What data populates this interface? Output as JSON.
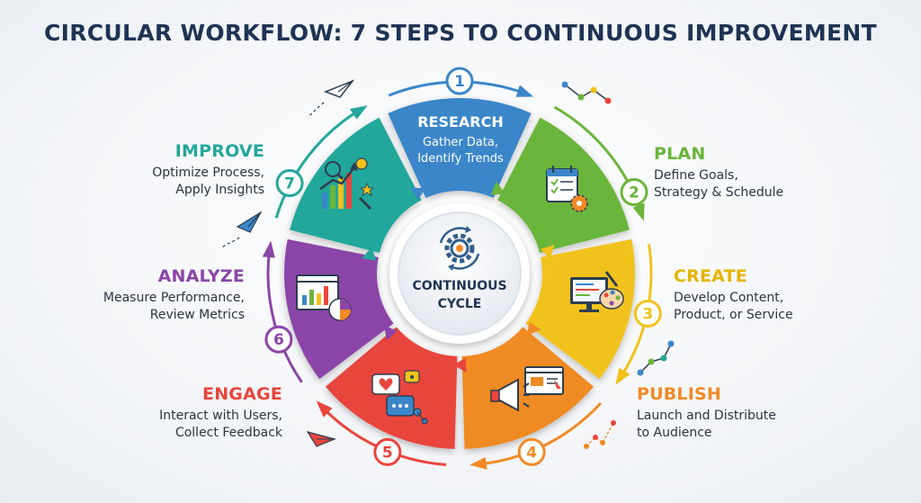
{
  "title": "CIRCULAR WORKFLOW: 7 STEPS TO CONTINUOUS IMPROVEMENT",
  "center": {
    "line1": "CONTINUOUS",
    "line2": "CYCLE",
    "icon": "gear-cycle-icon"
  },
  "colors": {
    "research": "#3b86c9",
    "plan": "#6ab53a",
    "create": "#f2c21c",
    "publish": "#f08a24",
    "engage": "#e8453c",
    "analyze": "#8b45a8",
    "improve": "#23a79b"
  },
  "steps": [
    {
      "number": "1",
      "title": "RESEARCH",
      "desc_line1": "Gather Data,",
      "desc_line2": "Identify Trends",
      "color": "#3b86c9",
      "icon": "research-icon"
    },
    {
      "number": "2",
      "title": "PLAN",
      "desc_line1": "Define Goals,",
      "desc_line2": "Strategy & Schedule",
      "color": "#6ab53a",
      "icon": "calendar-checklist-icon"
    },
    {
      "number": "3",
      "title": "CREATE",
      "desc_line1": "Develop Content,",
      "desc_line2": "Product, or Service",
      "color": "#e6b400",
      "icon": "monitor-palette-icon"
    },
    {
      "number": "4",
      "title": "PUBLISH",
      "desc_line1": "Launch and Distribute",
      "desc_line2": "to Audience",
      "color": "#f08a24",
      "icon": "megaphone-icon"
    },
    {
      "number": "5",
      "title": "ENGAGE",
      "desc_line1": "Interact with Users,",
      "desc_line2": "Collect Feedback",
      "color": "#e8453c",
      "icon": "chat-bubbles-icon"
    },
    {
      "number": "6",
      "title": "ANALYZE",
      "desc_line1": "Measure Performance,",
      "desc_line2": "Review Metrics",
      "color": "#8b45a8",
      "icon": "analytics-dashboard-icon"
    },
    {
      "number": "7",
      "title": "IMPROVE",
      "desc_line1": "Optimize Process,",
      "desc_line2": "Apply Insights",
      "color": "#23a79b",
      "icon": "growth-chart-icon"
    }
  ],
  "decorations": [
    "paper-plane-icon",
    "paper-plane-icon",
    "paper-plane-icon",
    "line-graph-icon",
    "line-graph-icon",
    "line-graph-icon"
  ]
}
